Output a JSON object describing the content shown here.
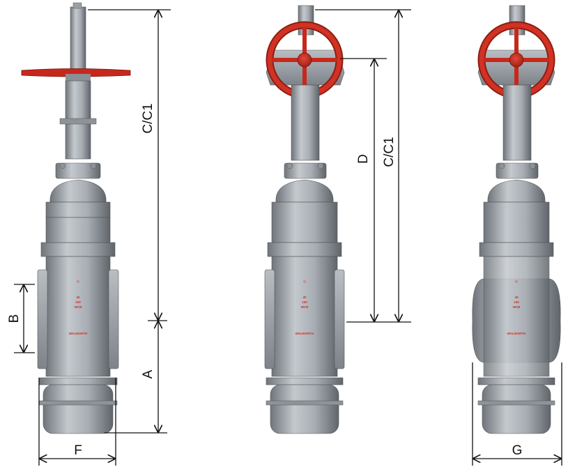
{
  "dimensions": {
    "left": {
      "cc": "C/C1",
      "a": "A",
      "b": "B",
      "f": "F"
    },
    "middle": {
      "cc": "C/C1",
      "d": "D"
    },
    "right": {
      "g": "G"
    }
  },
  "body_markings": {
    "line1": "40",
    "line2": "150",
    "line3": "WCB",
    "brand": "WALWORTH"
  },
  "colors": {
    "body": "#9aa0a6",
    "body_dark": "#6f757b",
    "body_light": "#c4c9ce",
    "handwheel": "#c8281c",
    "line": "#111111"
  }
}
